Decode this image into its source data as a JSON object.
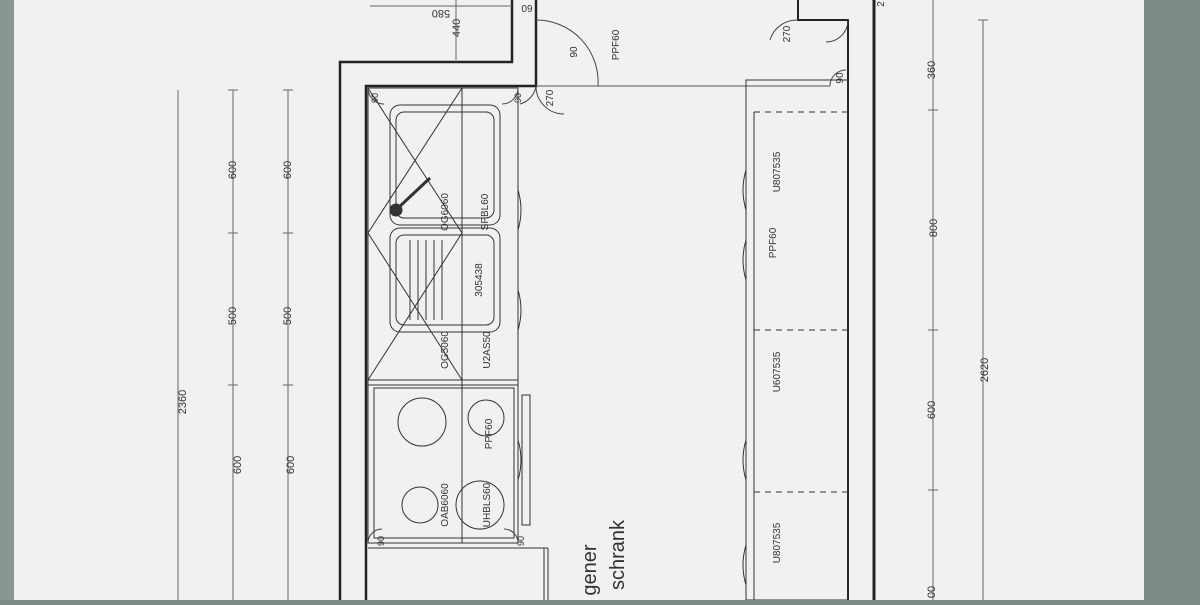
{
  "drawing": {
    "dims_left": {
      "total": "2360",
      "row1": [
        "600",
        "500",
        "600"
      ],
      "row2": [
        "600",
        "500",
        "600"
      ]
    },
    "dims_top": {
      "a": "580",
      "b": "440",
      "c": "60"
    },
    "dims_right": {
      "total": "2620",
      "parts": [
        "360",
        "800",
        "600",
        "00"
      ]
    },
    "door_swings": [
      "90",
      "270",
      "270",
      "90",
      "90",
      "90",
      "90",
      "90"
    ],
    "cabinet_codes": {
      "wall_cabinet_1": "OG6060",
      "sink": "SPBL60",
      "tap": "305438",
      "wall_cabinet_2": "OG5060",
      "base_sink": "U2AS50",
      "panel_1": "PPF60",
      "oven": "OAB6060",
      "hob_base": "UHBLS60",
      "panel_top": "PPF60",
      "right_base_1": "U807535",
      "right_panel": "PPF60",
      "right_base_2": "U607535",
      "right_base_3": "U807535"
    },
    "handwritten_note": [
      "gener",
      "schrank"
    ],
    "corner_tick": "2"
  }
}
